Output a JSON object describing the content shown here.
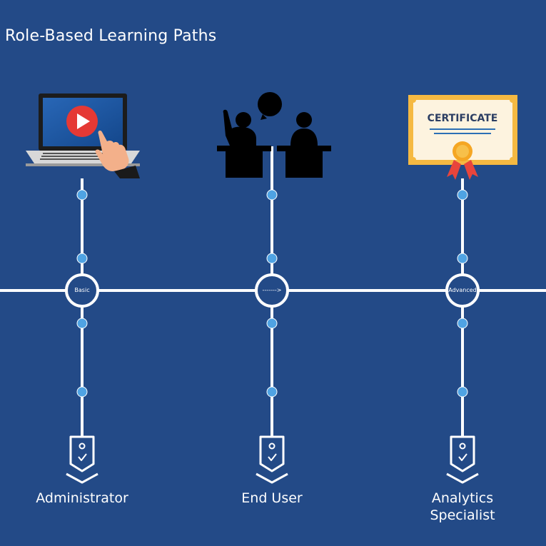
{
  "title": "Role-Based Learning Paths",
  "colors": {
    "background": "#234a87",
    "line": "#ffffff",
    "dot": "#4fa3e3",
    "certificate_frame": "#f5b942",
    "ribbon": "#e8453c",
    "play_button": "#e53935"
  },
  "certificate": {
    "text": "CERTIFICATE"
  },
  "columns": [
    {
      "node_label": "Basic",
      "role": "Administrator",
      "top_icon": "laptop-video-icon"
    },
    {
      "node_label": "------->",
      "role": "End User",
      "top_icon": "classroom-discussion-icon"
    },
    {
      "node_label": "Advanced",
      "role": "Analytics Specialist",
      "top_icon": "certificate-icon"
    }
  ]
}
